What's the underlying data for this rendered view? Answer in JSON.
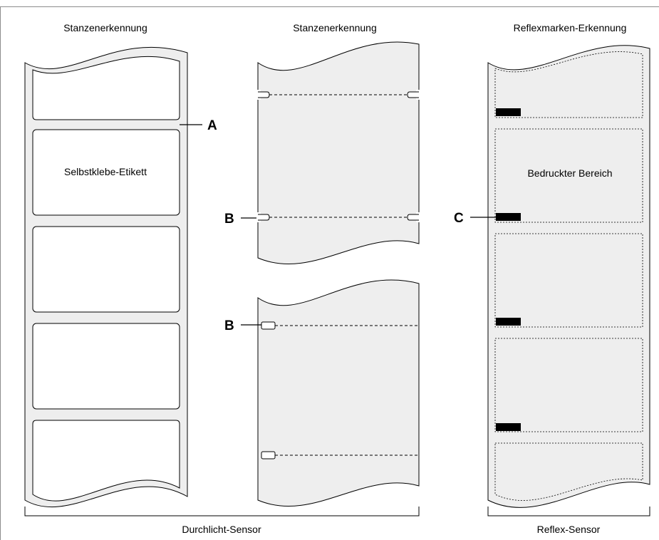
{
  "colors": {
    "strip_fill": "#eeeeee",
    "label_fill": "#ffffff",
    "frame_stroke": "#8c8c8c",
    "ink": "#000000"
  },
  "panels": {
    "left": {
      "title": "Stanzenerkennung",
      "label_text": "Selbstklebe-Etikett",
      "callout": "A"
    },
    "middle": {
      "title": "Stanzenerkennung",
      "callout_upper": "B",
      "callout_lower": "B"
    },
    "right": {
      "title": "Reflexmarken-Erkennung",
      "printed_area": "Bedruckter Bereich",
      "callout": "C"
    }
  },
  "sensors": {
    "through_beam": "Durchlicht-Sensor",
    "reflex": "Reflex-Sensor"
  }
}
